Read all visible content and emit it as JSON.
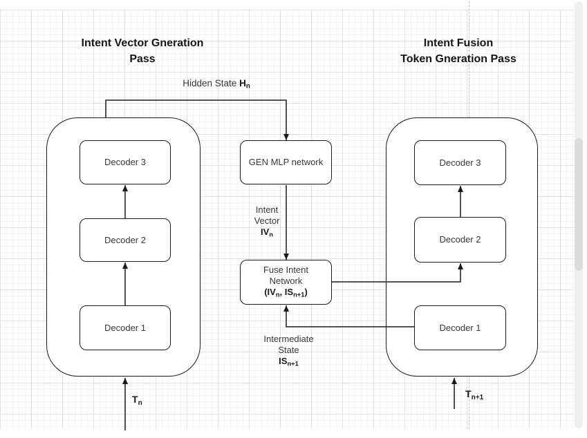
{
  "canvas": {
    "background": "#ffffff",
    "grid_minor_color": "#f4f4f4",
    "grid_major_color": "#e2e2e2",
    "stroke_color": "#1a1a1a",
    "text_color": "#383838",
    "title_color": "#141414"
  },
  "titles": {
    "left_pass": "Intent Vector Gneration\nPass",
    "right_pass": "Intent Fusion\nToken Gneration Pass"
  },
  "left_pass": {
    "decoder1": "Decoder 1",
    "decoder2": "Decoder 2",
    "decoder3": "Decoder 3",
    "input": {
      "symbol": "T",
      "sub": "n"
    }
  },
  "right_pass": {
    "decoder1": "Decoder 1",
    "decoder2": "Decoder 2",
    "decoder3": "Decoder 3",
    "input": {
      "symbol": "T",
      "sub": "n+1"
    }
  },
  "middle": {
    "gen_mlp": "GEN MLP network",
    "fuse": {
      "line1": "Fuse Intent",
      "line2": "Network",
      "arg_open": "(IV",
      "arg_sub1": "n",
      "arg_mid": ", IS",
      "arg_sub2": "n+1",
      "arg_close": ")"
    },
    "hidden_state": {
      "prefix": "Hidden State ",
      "symbol": "H",
      "sub": "n"
    },
    "intent_vector": {
      "line1": "Intent",
      "line2": "Vector",
      "symbol": "IV",
      "sub": "n"
    },
    "intermediate": {
      "line1": "Intermediate",
      "line2": "State",
      "symbol": "IS",
      "sub": "n+1"
    }
  }
}
